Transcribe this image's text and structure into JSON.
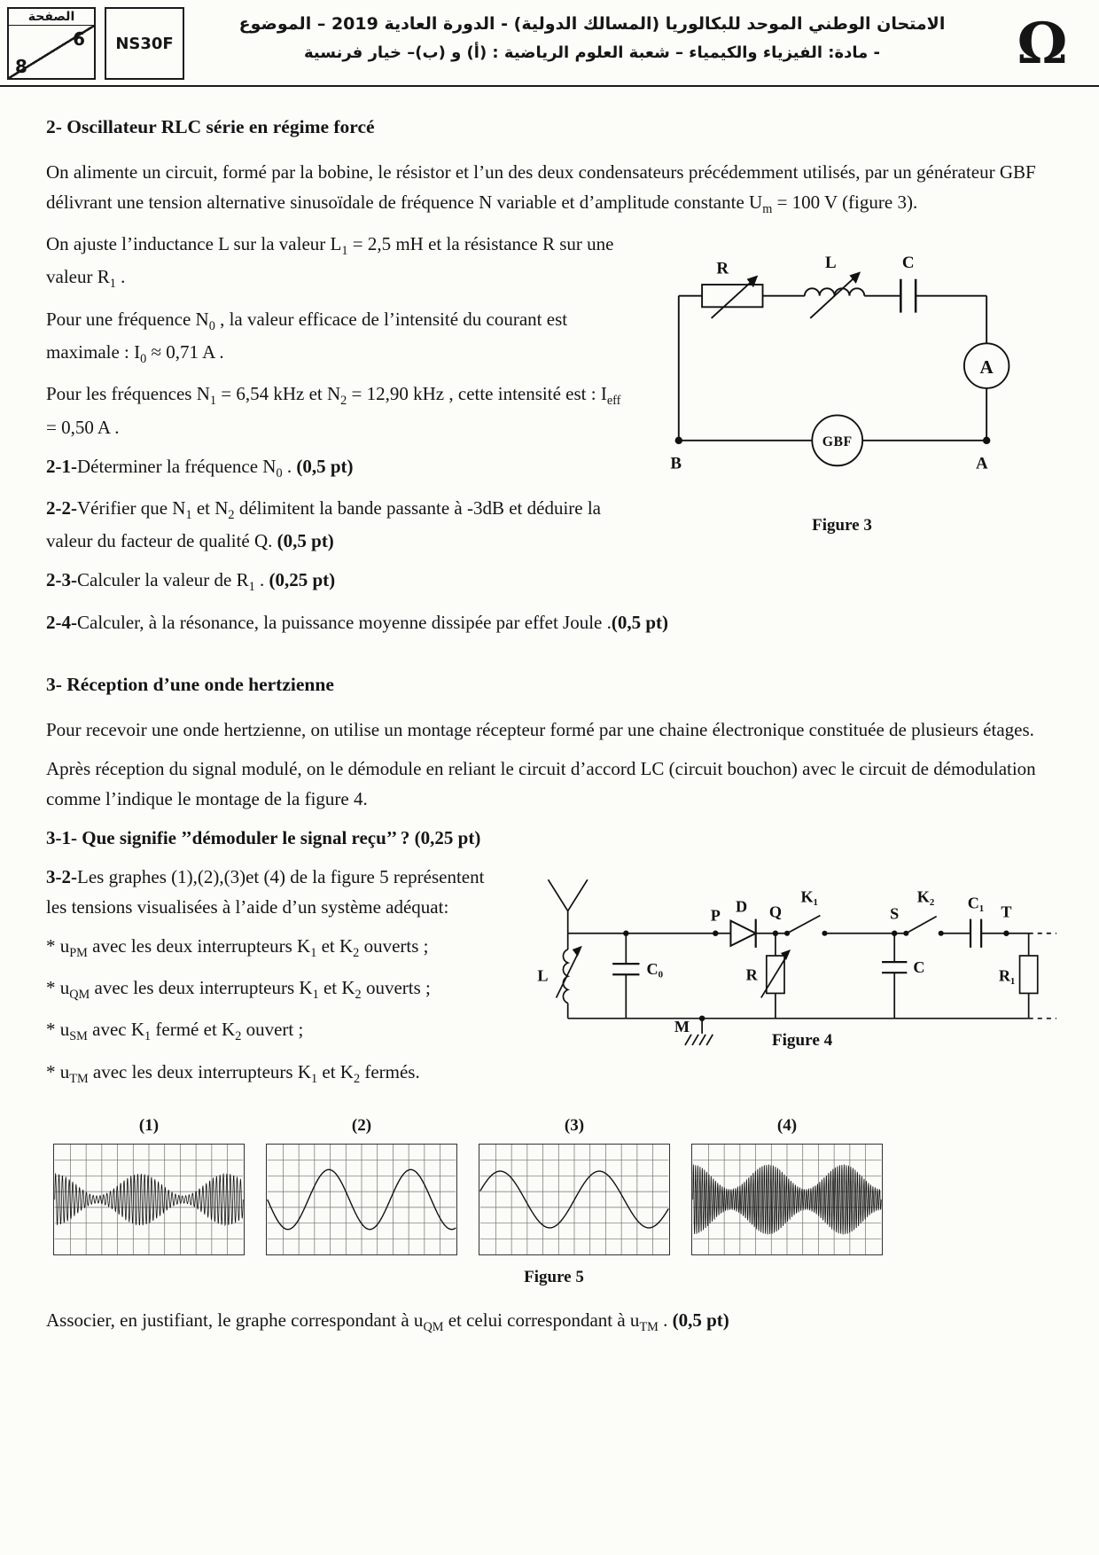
{
  "header": {
    "page_label": "الصفحة",
    "page_num": "6",
    "page_total": "8",
    "code": "NS30F",
    "title_line1": "الامتحان الوطني الموحد للبكالوريا (المسالك الدولية) - الدورة العادية 2019 – الموضوع",
    "title_line2": "- مادة: الفيزياء والكيمياء – شعبة العلوم الرياضية : (أ) و (ب)– خيار فرنسية",
    "logo_glyph": "Ω"
  },
  "section2": {
    "title": "2- Oscillateur RLC série en régime forcé",
    "p1": [
      "On alimente un circuit, formé par la bobine, le résistor et l’un des deux condensateurs précédemment utilisés, par un générateur GBF délivrant une tension alternative sinusoïdale de fréquence N variable et d’amplitude constante U",
      {
        "sub": "m"
      },
      " = 100 V  (figure 3)."
    ],
    "p2": [
      "On ajuste l’inductance L sur la valeur  L",
      {
        "sub": "1"
      },
      " = 2,5 mH  et la résistance R  sur une valeur  R",
      {
        "sub": "1"
      },
      " ."
    ],
    "p3": [
      "Pour une fréquence  N",
      {
        "sub": "0"
      },
      " ,  la valeur efficace de l’intensité du courant  est maximale :  I",
      {
        "sub": "0"
      },
      " ≈ 0,71 A ."
    ],
    "p4": [
      "Pour les fréquences  N",
      {
        "sub": "1"
      },
      " = 6,54 kHz  et  N",
      {
        "sub": "2"
      },
      " = 12,90 kHz ,  cette intensité est :  I",
      {
        "sub": "eff"
      },
      " = 0,50 A  ."
    ],
    "q1": [
      {
        "b": "2-1-"
      },
      "Déterminer la fréquence N",
      {
        "sub": "0"
      },
      " . ",
      {
        "b": "(0,5 pt)"
      }
    ],
    "q2": [
      {
        "b": "2-2-"
      },
      "Vérifier que N",
      {
        "sub": "1"
      },
      "  et  N",
      {
        "sub": "2"
      },
      " délimitent la bande passante à -3dB et déduire la valeur du facteur de qualité Q. ",
      {
        "b": "(0,5 pt)"
      }
    ],
    "q3": [
      {
        "b": "2-3-"
      },
      "Calculer la valeur de  R",
      {
        "sub": "1"
      },
      " . ",
      {
        "b": "(0,25 pt)"
      }
    ],
    "q4": [
      {
        "b": "2-4-"
      },
      "Calculer, à la résonance,  la puissance moyenne dissipée par effet Joule .",
      {
        "b": "(0,5 pt)"
      }
    ]
  },
  "figure3": {
    "caption": "Figure 3",
    "labels": {
      "r": "R",
      "l": "L",
      "c": "C",
      "ammeter": "A",
      "generator": "GBF",
      "term_b": "B",
      "term_a": "A"
    }
  },
  "section3": {
    "title": "3- Réception d’une onde hertzienne",
    "p1": "Pour recevoir une onde hertzienne, on utilise un montage récepteur formé par une chaine électronique constituée de plusieurs étages.",
    "p2": "Après réception du signal modulé, on le démodule en reliant le circuit d’accord LC (circuit bouchon) avec le circuit de démodulation comme l’indique le montage de la figure 4.",
    "q1": [
      {
        "b": "3-1- Que signifie ’’démoduler le signal reçu’’ ? (0,25 pt)"
      }
    ],
    "q2_intro": [
      {
        "b": "3-2-"
      },
      "Les graphes (1),(2),(3)et (4) de la figure 5 représentent les tensions visualisées  à l’aide d’un système adéquat:"
    ],
    "bullets": [
      [
        "* u",
        {
          "sub": "PM"
        },
        "  avec les deux interrupteurs K",
        {
          "sub": "1"
        },
        " et K",
        {
          "sub": "2"
        },
        "  ouverts ;"
      ],
      [
        "* u",
        {
          "sub": "QM"
        },
        "  avec les deux interrupteurs K",
        {
          "sub": "1"
        },
        " et K",
        {
          "sub": "2"
        },
        "  ouverts ;"
      ],
      [
        "* u",
        {
          "sub": "SM"
        },
        "  avec  K",
        {
          "sub": "1"
        },
        "  fermé et  K",
        {
          "sub": "2"
        },
        "  ouvert ;"
      ],
      [
        "* u",
        {
          "sub": "TM"
        },
        " avec les deux interrupteurs K",
        {
          "sub": "1"
        },
        " et K",
        {
          "sub": "2"
        },
        "  fermés."
      ]
    ]
  },
  "figure4": {
    "caption": "Figure 4",
    "labels": {
      "l": "L",
      "c0": "C₀",
      "p": "P",
      "d": "D",
      "q": "Q",
      "k1": "K₁",
      "r": "R",
      "s": "S",
      "c": "C",
      "k2": "K₂",
      "c1": "C₁",
      "t": "T",
      "r1": "R₁",
      "m": "M"
    }
  },
  "figure5": {
    "caption": "Figure 5",
    "chart_type": "oscillograms",
    "graphs": [
      {
        "label": "(1)",
        "kind": "am",
        "carrier": 55,
        "mod": 2.2,
        "depth": 0.75,
        "amp": 0.5
      },
      {
        "label": "(2)",
        "kind": "sine",
        "cycles": 2.3,
        "amp": 0.58,
        "phase": 3.1416
      },
      {
        "label": "(3)",
        "kind": "sine",
        "cycles": 1.9,
        "amp": 0.55,
        "phase": 0.3
      },
      {
        "label": "(4)",
        "kind": "am",
        "carrier": 85,
        "mod": 2.5,
        "depth": 0.55,
        "amp": 0.68
      }
    ]
  },
  "closing": [
    "Associer, en justifiant, le graphe correspondant à  u",
    {
      "sub": "QM"
    },
    " et celui correspondant à  u",
    {
      "sub": "TM"
    },
    " . ",
    {
      "b": "(0,5 pt)"
    }
  ]
}
